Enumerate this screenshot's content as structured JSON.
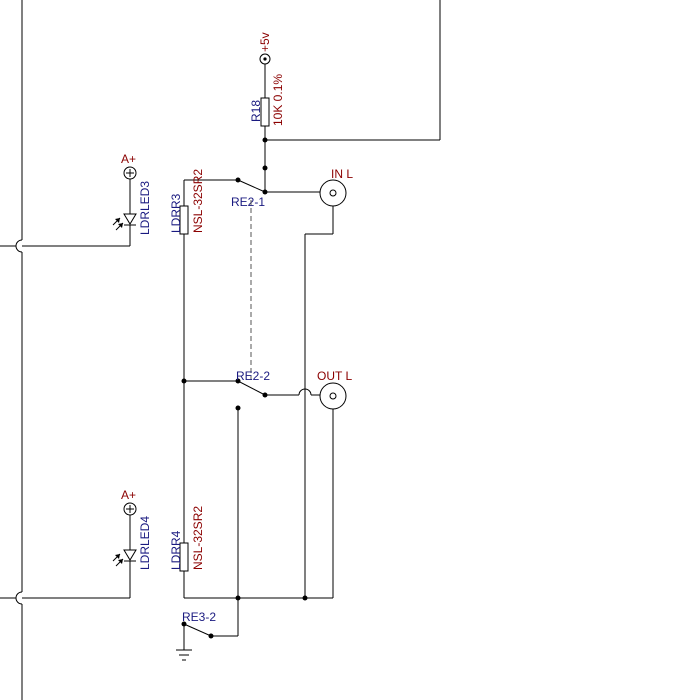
{
  "components": {
    "supply": {
      "label": "+5v",
      "color": "#8b0000"
    },
    "r18": {
      "ref": "R18",
      "value": "10K 0.1%"
    },
    "ldr3": {
      "ref": "LDRR3",
      "part": "NSL-32SR2"
    },
    "ldr4": {
      "ref": "LDRR4",
      "part": "NSL-32SR2"
    },
    "led3": {
      "ref": "LDRLED3",
      "supply": "A+"
    },
    "led4": {
      "ref": "LDRLED4",
      "supply": "A+"
    },
    "relay_1": {
      "ref": "RE2-1"
    },
    "relay_2": {
      "ref": "RE2-2"
    },
    "relay_3": {
      "ref": "RE3-2"
    },
    "jack_in": {
      "label": "IN L"
    },
    "jack_out": {
      "label": "OUT L"
    },
    "ground": {
      "icon": "ground-icon"
    }
  },
  "colors": {
    "value_text": "#8b0000",
    "ref_text": "#1a1a80",
    "wire": "#000000"
  }
}
